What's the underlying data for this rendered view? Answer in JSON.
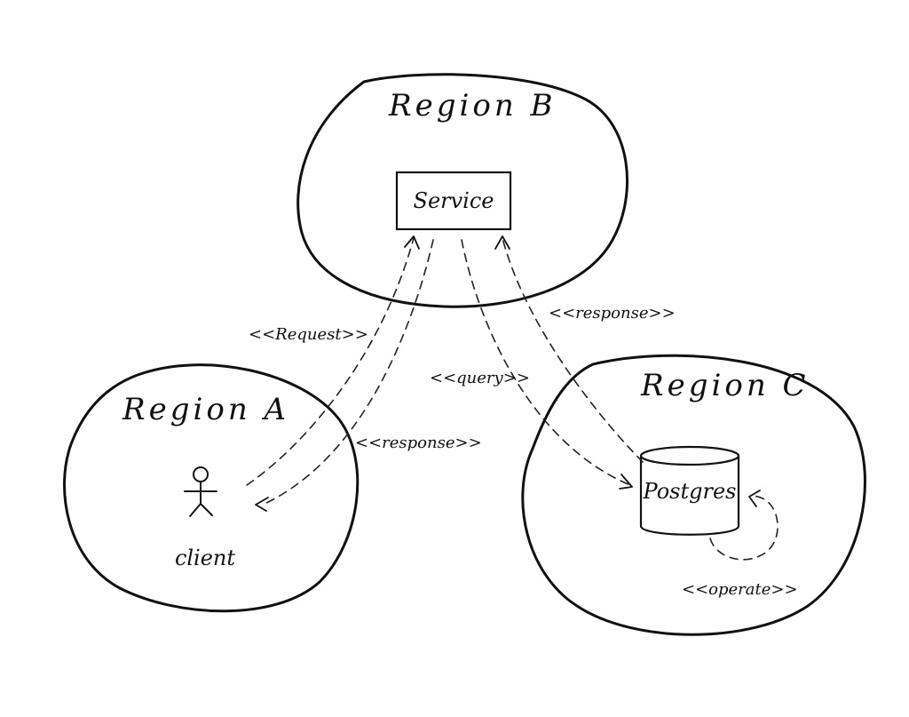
{
  "regions": {
    "b": {
      "title": "Region B"
    },
    "a": {
      "title": "Region A"
    },
    "c": {
      "title": "Region C"
    }
  },
  "nodes": {
    "service": {
      "label": "Service"
    },
    "client": {
      "label": "client"
    },
    "postgres": {
      "label": "Postgres"
    }
  },
  "edges": {
    "request": {
      "label": "<<Request>>"
    },
    "response_client": {
      "label": "<<response>>"
    },
    "query": {
      "label": "<<query>>"
    },
    "response_service": {
      "label": "<<response>>"
    },
    "operate": {
      "label": "<<operate>>"
    }
  }
}
